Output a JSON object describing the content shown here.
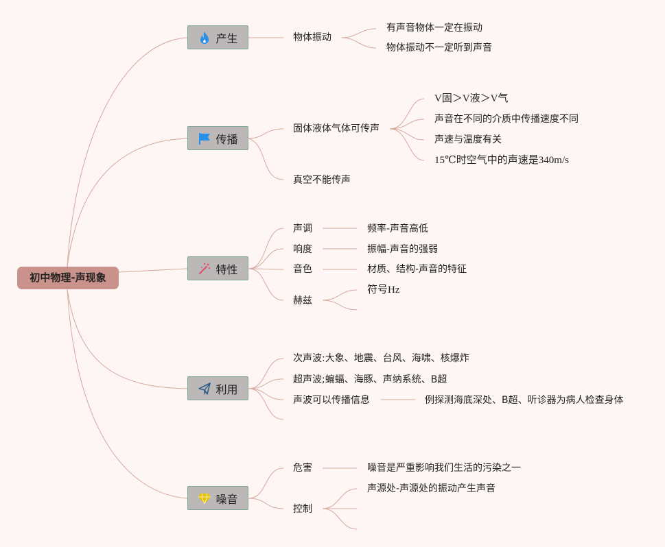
{
  "root": "初中物理-声现象",
  "icons": {
    "b1": "fire-icon",
    "b2": "flag-icon",
    "b3": "magic-wand-icon",
    "b4": "paper-plane-icon",
    "b5": "diamond-icon"
  },
  "colors": {
    "root_fill": "#c9928a",
    "branch_fill": "#bdb8b8",
    "branch_border": "#7ea79a",
    "connector": "#d5a99e",
    "fire": "#2a8fe6",
    "flag": "#2a8fe6",
    "wand": "#e0506a",
    "plane": "#2f5d8a",
    "diamond": "#e8c400"
  },
  "branches": [
    {
      "label": "产生",
      "children": [
        {
          "label": "物体振动",
          "children": [
            "有声音物体一定在振动",
            "物体振动不一定听到声音"
          ]
        }
      ]
    },
    {
      "label": "传播",
      "children": [
        {
          "label": "固体液体气体可传声",
          "children": [
            "V固＞V液＞V气",
            "声音在不同的介质中传播速度不同",
            "声速与温度有关",
            "15℃时空气中的声速是340m/s"
          ]
        },
        {
          "label": "真空不能传声"
        }
      ]
    },
    {
      "label": "特性",
      "children": [
        {
          "label": "声调",
          "children": [
            "频率-声音高低"
          ]
        },
        {
          "label": "响度",
          "children": [
            "振幅-声音的强弱"
          ]
        },
        {
          "label": "音色",
          "children": [
            "材质、结构-声音的特征"
          ]
        },
        {
          "label": "赫兹",
          "children": [
            "符号Hz"
          ]
        }
      ]
    },
    {
      "label": "利用",
      "children": [
        {
          "label": "次声波:大象、地震、台风、海啸、核爆炸"
        },
        {
          "label": "超声波;蝙蝠、海豚、声纳系统、B超"
        },
        {
          "label": "声波可以传播信息",
          "children": [
            "例探测海底深处、B超、听诊器为病人检查身体"
          ]
        }
      ]
    },
    {
      "label": "噪音",
      "children": [
        {
          "label": "危害",
          "children": [
            "噪音是严重影响我们生活的污染之一"
          ]
        },
        {
          "label": "控制",
          "children": [
            "声源处-声源处的振动产生声音"
          ]
        }
      ]
    }
  ]
}
